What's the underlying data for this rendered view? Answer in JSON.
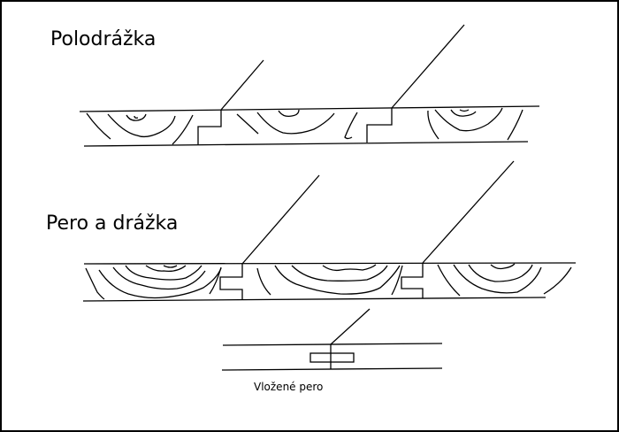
{
  "titles": {
    "half_lap": "Polodrážka",
    "tongue_groove": "Pero a drážka",
    "inserted_tongue": "Vložené pero"
  }
}
